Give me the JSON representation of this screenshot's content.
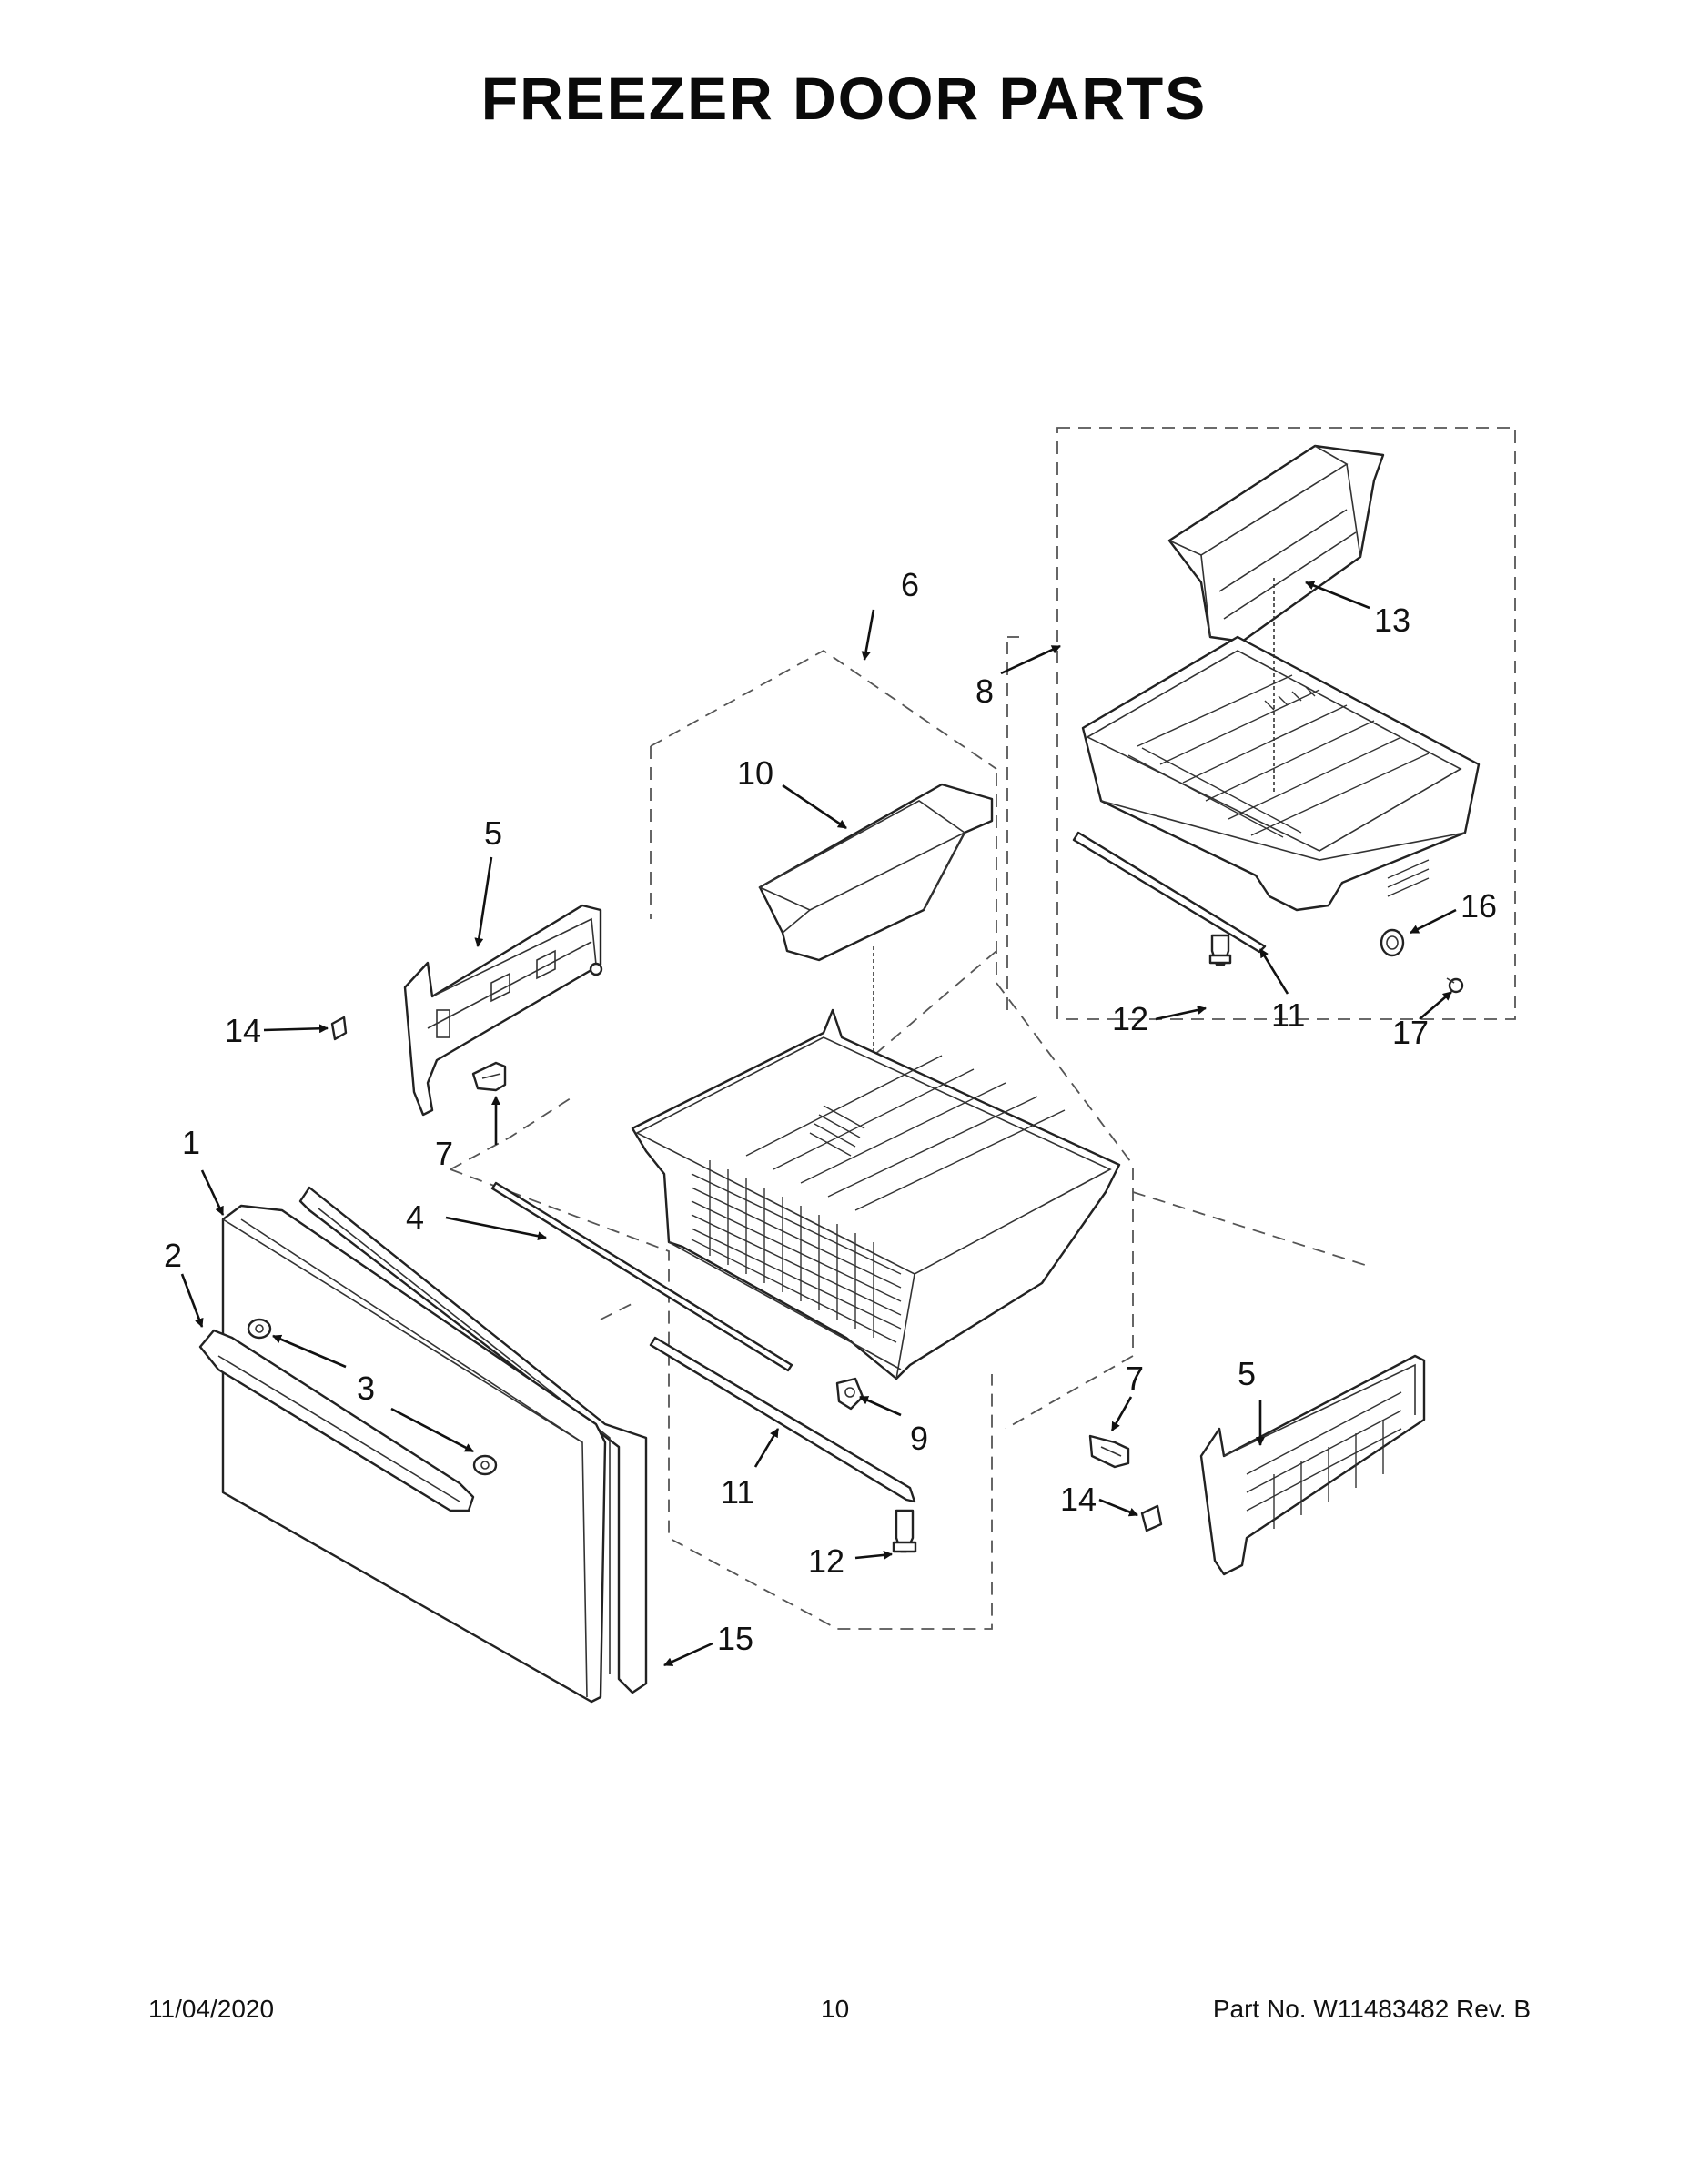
{
  "title": "FREEZER DOOR PARTS",
  "callouts": {
    "c1": "1",
    "c2": "2",
    "c3": "3",
    "c4": "4",
    "c5a": "5",
    "c5b": "5",
    "c6": "6",
    "c7a": "7",
    "c7b": "7",
    "c8": "8",
    "c9": "9",
    "c10": "10",
    "c11a": "11",
    "c11b": "11",
    "c12a": "12",
    "c12b": "12",
    "c13": "13",
    "c14a": "14",
    "c14b": "14",
    "c15": "15",
    "c16": "16",
    "c17": "17"
  },
  "footer": {
    "date": "11/04/2020",
    "page": "10",
    "part_number": "Part No.  W11483482  Rev.  B"
  }
}
